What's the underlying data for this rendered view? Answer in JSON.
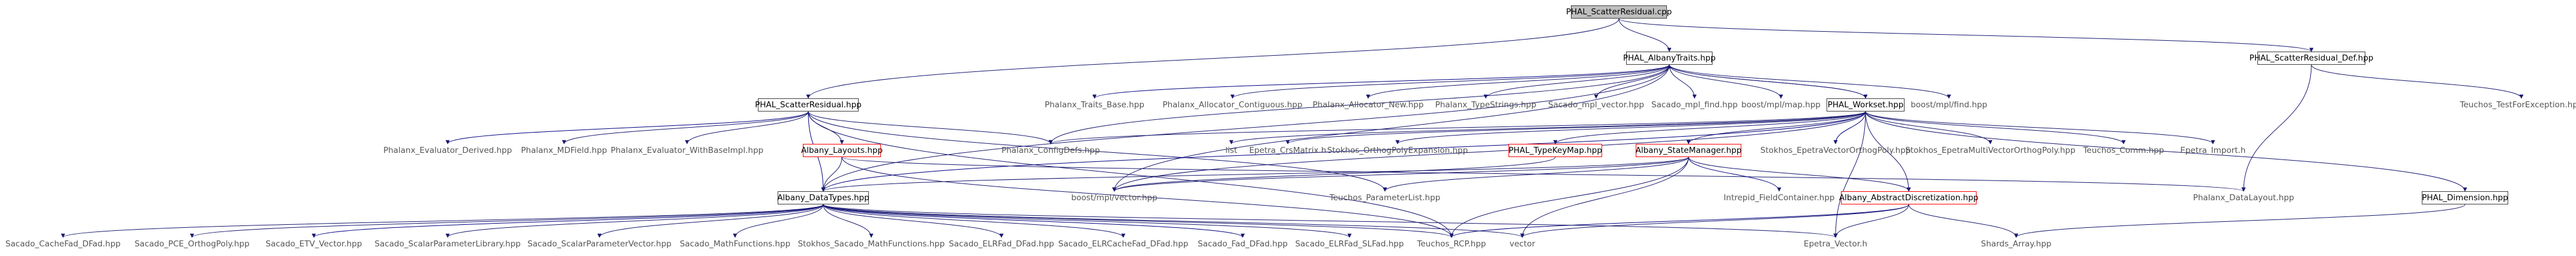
{
  "diagram": {
    "nodes": {
      "root": "PHAL_ScatterResidual.cpp",
      "albany_traits": "PHAL_AlbanyTraits.hpp",
      "scatter_def": "PHAL_ScatterResidual_Def.hpp",
      "scatter_hpp": "PHAL_ScatterResidual.hpp",
      "traits_base": "Phalanx_Traits_Base.hpp",
      "alloc_contig": "Phalanx_Allocator_Contiguous.hpp",
      "alloc_new": "Phalanx_Allocator_New.hpp",
      "type_strings": "Phalanx_TypeStrings.hpp",
      "mpl_vector": "Sacado_mpl_vector.hpp",
      "mpl_find": "Sacado_mpl_find.hpp",
      "boost_map": "boost/mpl/map.hpp",
      "workset": "PHAL_Workset.hpp",
      "boost_find": "boost/mpl/find.hpp",
      "teuchos_test": "Teuchos_TestForException.hpp",
      "eval_derived": "Phalanx_Evaluator_Derived.hpp",
      "mdfield": "Phalanx_MDField.hpp",
      "eval_base": "Phalanx_Evaluator_WithBaseImpl.hpp",
      "albany_layouts": "Albany_Layouts.hpp",
      "config_defs": "Phalanx_ConfigDefs.hpp",
      "list": "list",
      "epetra_crs": "Epetra_CrsMatrix.h",
      "stokhos_ortho": "Stokhos_OrthogPolyExpansion.hpp",
      "type_key_map": "PHAL_TypeKeyMap.hpp",
      "state_manager": "Albany_StateManager.hpp",
      "stokhos_epetra_vec": "Stokhos_EpetraVectorOrthogPoly.hpp",
      "stokhos_epetra_multi": "Stokhos_EpetraMultiVectorOrthogPoly.hpp",
      "teuchos_comm": "Teuchos_Comm.hpp",
      "epetra_import": "Epetra_Import.h",
      "data_types": "Albany_DataTypes.hpp",
      "boost_vector": "boost/mpl/vector.hpp",
      "param_list": "Teuchos_ParameterList.hpp",
      "intrepid": "Intrepid_FieldContainer.hpp",
      "abstract_disc": "Albany_AbstractDiscretization.hpp",
      "data_layout": "Phalanx_DataLayout.hpp",
      "dimension": "PHAL_Dimension.hpp",
      "cache_fad": "Sacado_CacheFad_DFad.hpp",
      "pce_ortho": "Sacado_PCE_OrthogPoly.hpp",
      "etv_vector": "Sacado_ETV_Vector.hpp",
      "scalar_param_lib": "Sacado_ScalarParameterLibrary.hpp",
      "scalar_param_vec": "Sacado_ScalarParameterVector.hpp",
      "math_functions": "Sacado_MathFunctions.hpp",
      "stokhos_math": "Stokhos_Sacado_MathFunctions.hpp",
      "elr_fad": "Sacado_ELRFad_DFad.hpp",
      "elr_cache": "Sacado_ELRCacheFad_DFad.hpp",
      "fad_dfad": "Sacado_Fad_DFad.hpp",
      "elr_sl": "Sacado_ELRFad_SLFad.hpp",
      "teuchos_rcp": "Teuchos_RCP.hpp",
      "vector": "vector",
      "epetra_vector": "Epetra_Vector.h",
      "shards_array": "Shards_Array.hpp"
    },
    "edges": [
      [
        "root",
        "albany_traits"
      ],
      [
        "root",
        "scatter_def"
      ],
      [
        "root",
        "scatter_hpp"
      ],
      [
        "albany_traits",
        "traits_base"
      ],
      [
        "albany_traits",
        "alloc_contig"
      ],
      [
        "albany_traits",
        "alloc_new"
      ],
      [
        "albany_traits",
        "type_strings"
      ],
      [
        "albany_traits",
        "mpl_vector"
      ],
      [
        "albany_traits",
        "mpl_find"
      ],
      [
        "albany_traits",
        "boost_map"
      ],
      [
        "albany_traits",
        "workset"
      ],
      [
        "albany_traits",
        "boost_find"
      ],
      [
        "albany_traits",
        "config_defs"
      ],
      [
        "albany_traits",
        "boost_vector"
      ],
      [
        "albany_traits",
        "data_types"
      ],
      [
        "scatter_def",
        "teuchos_test"
      ],
      [
        "scatter_def",
        "data_layout"
      ],
      [
        "scatter_hpp",
        "eval_derived"
      ],
      [
        "scatter_hpp",
        "mdfield"
      ],
      [
        "scatter_hpp",
        "eval_base"
      ],
      [
        "scatter_hpp",
        "albany_layouts"
      ],
      [
        "scatter_hpp",
        "config_defs"
      ],
      [
        "scatter_hpp",
        "param_list"
      ],
      [
        "scatter_hpp",
        "teuchos_rcp"
      ],
      [
        "scatter_hpp",
        "data_types"
      ],
      [
        "workset",
        "albany_traits"
      ],
      [
        "workset",
        "list"
      ],
      [
        "workset",
        "epetra_crs"
      ],
      [
        "workset",
        "stokhos_ortho"
      ],
      [
        "workset",
        "type_key_map"
      ],
      [
        "workset",
        "state_manager"
      ],
      [
        "workset",
        "stokhos_epetra_vec"
      ],
      [
        "workset",
        "stokhos_epetra_multi"
      ],
      [
        "workset",
        "teuchos_comm"
      ],
      [
        "workset",
        "epetra_import"
      ],
      [
        "workset",
        "dimension"
      ],
      [
        "workset",
        "abstract_disc"
      ],
      [
        "workset",
        "epetra_vector"
      ],
      [
        "workset",
        "data_types"
      ],
      [
        "workset",
        "config_defs"
      ],
      [
        "workset",
        "boost_vector"
      ],
      [
        "albany_layouts",
        "data_types"
      ],
      [
        "albany_layouts",
        "data_layout"
      ],
      [
        "albany_layouts",
        "teuchos_rcp"
      ],
      [
        "state_manager",
        "param_list"
      ],
      [
        "state_manager",
        "intrepid"
      ],
      [
        "state_manager",
        "abstract_disc"
      ],
      [
        "state_manager",
        "teuchos_rcp"
      ],
      [
        "state_manager",
        "vector"
      ],
      [
        "state_manager",
        "data_types"
      ],
      [
        "state_manager",
        "boost_vector"
      ],
      [
        "type_key_map",
        "boost_vector"
      ],
      [
        "abstract_disc",
        "teuchos_rcp"
      ],
      [
        "abstract_disc",
        "vector"
      ],
      [
        "abstract_disc",
        "epetra_vector"
      ],
      [
        "abstract_disc",
        "shards_array"
      ],
      [
        "dimension",
        "shards_array"
      ],
      [
        "data_types",
        "cache_fad"
      ],
      [
        "data_types",
        "pce_ortho"
      ],
      [
        "data_types",
        "etv_vector"
      ],
      [
        "data_types",
        "scalar_param_lib"
      ],
      [
        "data_types",
        "scalar_param_vec"
      ],
      [
        "data_types",
        "math_functions"
      ],
      [
        "data_types",
        "stokhos_math"
      ],
      [
        "data_types",
        "elr_fad"
      ],
      [
        "data_types",
        "elr_cache"
      ],
      [
        "data_types",
        "fad_dfad"
      ],
      [
        "data_types",
        "elr_sl"
      ],
      [
        "data_types",
        "teuchos_rcp"
      ],
      [
        "data_types",
        "vector"
      ],
      [
        "data_types",
        "epetra_vector"
      ]
    ],
    "colors": {
      "edge_default": "#191970",
      "edge_dark": "#000080",
      "edge_gray": "#9a9a9a",
      "edge_green": "#006400",
      "node_border": "#404040",
      "node_missing_text": "#555555",
      "root_fill": "#bfbfbf",
      "red_border": "#ff0000"
    }
  }
}
